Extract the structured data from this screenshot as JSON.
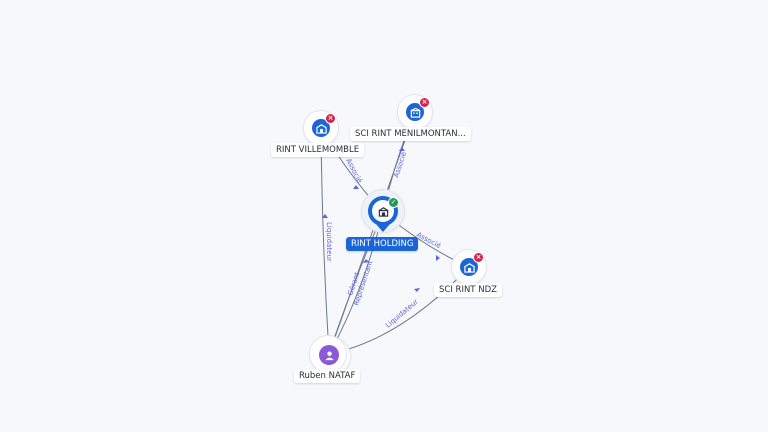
{
  "nodes": {
    "holding": {
      "label": "RINT HOLDING",
      "icon": "company-icon",
      "status": "active"
    },
    "villemomble": {
      "label": "RINT VILLEMOMBLE",
      "icon": "company-icon",
      "status": "closed"
    },
    "menilmontant": {
      "label": "SCI RINT MENILMONTAN...",
      "icon": "company-icon",
      "status": "closed"
    },
    "ndz": {
      "label": "SCI RINT NDZ",
      "icon": "company-icon",
      "status": "closed"
    },
    "nataf": {
      "label": "Ruben NATAF",
      "icon": "person-icon"
    }
  },
  "edges": {
    "holding_villemomble": "Associé",
    "holding_menilmontant": "Associé",
    "holding_ndz": "Associé",
    "nataf_villemomble": "Liquidateur",
    "nataf_ndz": "Liquidateur",
    "nataf_holding_1": "Gérant",
    "nataf_holding_2": "Représentant"
  },
  "colors": {
    "company": "#1a66d6",
    "person": "#8a5ad6",
    "closed_badge": "#d8224a",
    "active_badge": "#1f9a55",
    "edge_label": "#5b67d8"
  }
}
